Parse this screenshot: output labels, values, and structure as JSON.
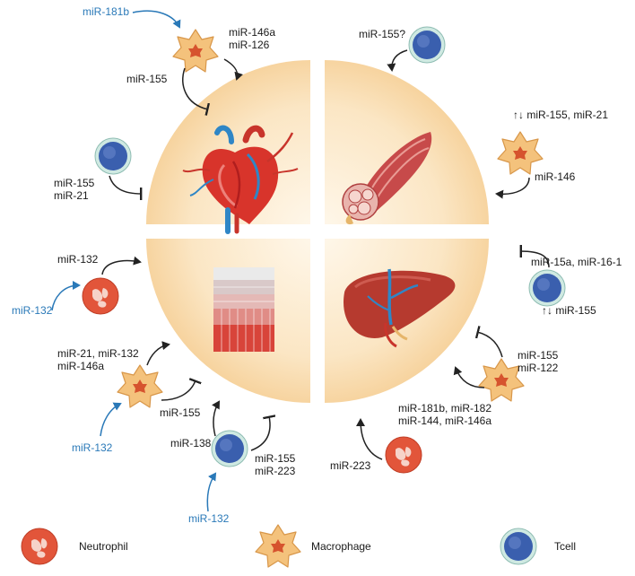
{
  "colors": {
    "quadrant_center": "#fff6e8",
    "quadrant_edge": "#f7d7a6",
    "arrow": "#222222",
    "arrow_blue": "#2a79b8",
    "text": "#1a1a1a",
    "text_blue": "#2a79b8",
    "neutrophil": "#e2553a",
    "macrophage": "#f4c27c",
    "tcell": "#3a5fae"
  },
  "quadrants": {
    "heart": {
      "organ_icon": "heart-icon"
    },
    "muscle": {
      "organ_icon": "muscle-icon"
    },
    "skin": {
      "organ_icon": "tissue-icon"
    },
    "liver": {
      "organ_icon": "liver-icon"
    }
  },
  "labels": {
    "heart_mir181b": "miR-181b",
    "heart_mac_line1": "miR-146a",
    "heart_mac_line2": "miR-126",
    "heart_mir155": "miR-155",
    "heart_tcell_line1": "miR-155",
    "heart_tcell_line2": "miR-21",
    "muscle_tcell": "miR-155?",
    "muscle_arrows": "↑↓ miR-155, miR-21",
    "muscle_mac": "miR-146",
    "skin_neut": "miR-132",
    "skin_neut_blue": "miR-132",
    "skin_mac_line1": "miR-21, miR-132",
    "skin_mac_line2": "miR-146a",
    "skin_mac_inhib": "miR-155",
    "skin_mac_blue": "miR-132",
    "skin_tcell_act": "miR-138",
    "skin_tcell_line1": "miR-155",
    "skin_tcell_line2": "miR-223",
    "skin_tcell_blue": "miR-132",
    "liver_tcell_line1": "miR-15a, miR-16-1",
    "liver_tcell_line2": "↑↓ miR-155",
    "liver_mac_line1": "miR-155",
    "liver_mac_line2": "miR-122",
    "liver_mac_act_line1": "miR-181b, miR-182",
    "liver_mac_act_line2": "miR-144, miR-146a",
    "liver_neut": "miR-223"
  },
  "legend": [
    {
      "label": "Neutrophil",
      "icon": "neutrophil-icon"
    },
    {
      "label": "Macrophage",
      "icon": "macrophage-icon"
    },
    {
      "label": "Tcell",
      "icon": "tcell-icon"
    }
  ]
}
